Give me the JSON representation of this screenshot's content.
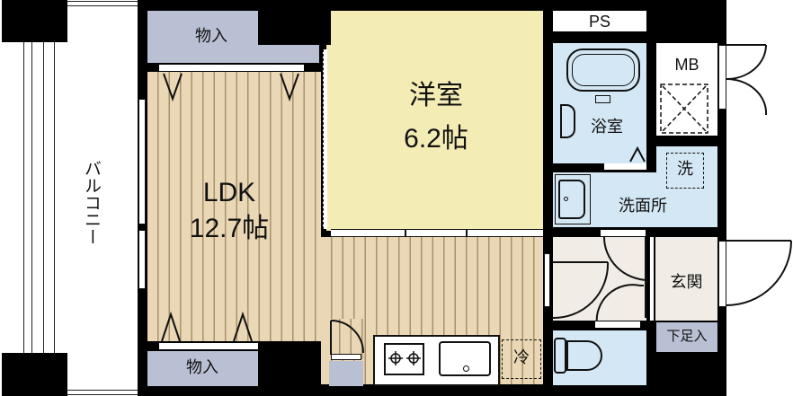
{
  "floorplan": {
    "rooms": {
      "ldk": {
        "name": "LDK",
        "size": "12.7帖"
      },
      "western_room": {
        "name": "洋室",
        "size": "6.2帖"
      },
      "bathroom": {
        "name": "浴室"
      },
      "washroom": {
        "name": "洗面所"
      },
      "entrance": {
        "name": "玄関"
      },
      "balcony": {
        "name": "バルコニー"
      }
    },
    "storage": {
      "top": "物入",
      "bottom": "物入",
      "shoe": "下足入"
    },
    "labels": {
      "ps": "PS",
      "mb": "MB",
      "washer": "洗",
      "fridge": "冷"
    },
    "colors": {
      "ldk_floor": "#e9d7b5",
      "western_floor": "#f4ecb5",
      "wet_area": "#d3e7f4",
      "storage": "#b9c0d3",
      "entrance": "#f1ede6",
      "wall": "#000000"
    }
  }
}
